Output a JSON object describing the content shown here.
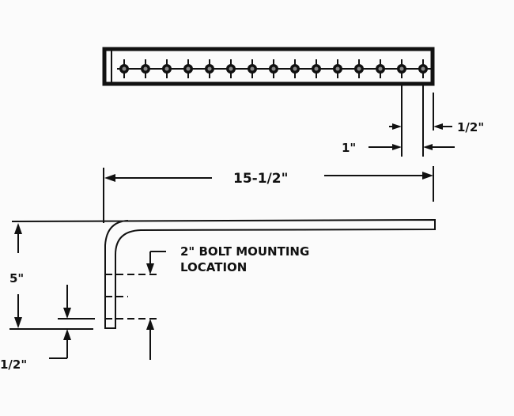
{
  "labels": {
    "half_inch_top": "1/2\"",
    "one_inch": "1\"",
    "overall_length": "15-1/2\"",
    "height": "5\"",
    "half_inch_bottom": "1/2\"",
    "bolt_note_line1": "2\" BOLT MOUNTING",
    "bolt_note_line2": "LOCATION"
  },
  "hole_count": 15,
  "colors": {
    "line": "#111111",
    "background": "#fbfbfb"
  }
}
